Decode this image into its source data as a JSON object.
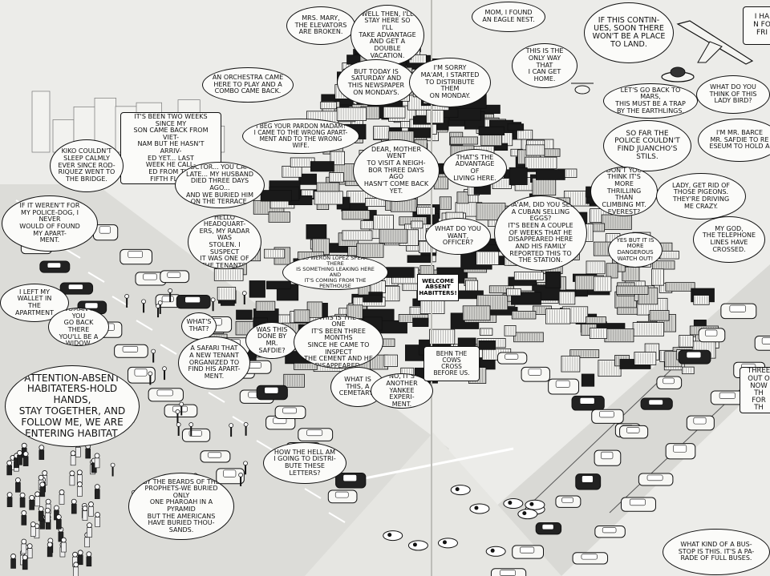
{
  "bubbles": [
    {
      "id": "b-elevators",
      "text": "MRS. MARY,\nTHE ELEVATORS\nARE BROKEN."
    },
    {
      "id": "b-stay-here",
      "text": "WELL THEN, I'LL\nSTAY HERE SO I'LL\nTAKE ADVANTAGE\nAND GET A DOUBLE\nVACATION."
    },
    {
      "id": "b-eagle",
      "text": "MOM, I FOUND\nAN EAGLE NEST."
    },
    {
      "id": "b-land",
      "text": "IF THIS CONTIN-\nUES, SOON THERE\nWON'T BE A PLACE\nTO LAND."
    },
    {
      "id": "b-edge-top",
      "text": "I HA\nN FO\nFRI"
    },
    {
      "id": "b-orchestra",
      "text": "AN ORCHESTRA CAME\nHERE TO PLAY AND A\nCOMBO CAME BACK."
    },
    {
      "id": "b-saturday",
      "text": "BUT TODAY IS\nSATURDAY AND\nTHIS NEWSPAPER\nON MONDAYS."
    },
    {
      "id": "b-sorry",
      "text": "I'M SORRY\nMA'AM, I STARTED\nTO DISTRIBUTE THEM\nON MONDAY."
    },
    {
      "id": "b-home",
      "text": "THIS IS THE\nONLY WAY THAT\nI CAN GET\nHOME."
    },
    {
      "id": "b-mars",
      "text": "LET'S GO BACK TO MARS,\nTHIS MUST BE A TRAP\nBY THE EARTHLINGS."
    },
    {
      "id": "b-lady-bird",
      "text": "WHAT DO YOU\nTHINK OF THIS\nLADY BIRD?"
    },
    {
      "id": "b-vietnam",
      "text": "IT'S BEEN TWO WEEKS SINCE MY\nSON CAME BACK FROM VIET-\nNAM BUT HE HASN'T ARRIV-\nED YET... LAST\nWEEK HE CALL-\nED FROM THE\nFIFTH FLOOR"
    },
    {
      "id": "b-pardon",
      "text": "I BEG YOUR PARDON MADAM!\nI CAME TO THE WRONG APART-\nMENT AND TO THE WRONG WIFE."
    },
    {
      "id": "b-neighbor",
      "text": "DEAR, MOTHER WENT\nTO VISIT A NEIGH-\nBOR THREE DAYS AGO\nHASN'T COME BACK\nYET."
    },
    {
      "id": "b-advantage",
      "text": "THAT'S THE\nADVANTAGE OF\nLIVING HERE."
    },
    {
      "id": "b-police-juan",
      "text": "SO FAR THE\nPOLICE COULDN'T\nFIND JUANCHO'S\nSTILS."
    },
    {
      "id": "b-barce",
      "text": "I'M MR. BARCE\nMR. SAFDIE TO RE\nESEUM TO HOLD A"
    },
    {
      "id": "b-kiko",
      "text": "KIKO COULDN'T\nSLEEP CALMLY\nEVER SINCE ROD-\nRIQUEZ WENT TO\nTHE BRIDGE."
    },
    {
      "id": "b-doctor",
      "text": "DOCTOR... YOU CAME\nLATE... MY HUSBAND\nDIED THREE DAYS AGO...\nAND WE BURIED HIM\nON THE TERRACE."
    },
    {
      "id": "b-everest",
      "text": "DON'T YOU\nTHINK IT'S MORE\nTHRILLING THAN\nCLIMBING MT.\nEVEREST?"
    },
    {
      "id": "b-pigeons",
      "text": "LADY, GET RID OF\nTHOSE PIGEONS.\nTHEY'RE DRIVING\nME CRAZY."
    },
    {
      "id": "b-police-dog",
      "text": "IF IT WEREN'T FOR\nMY POLICE-DOG, I NEVER\nWOULD OF FOUND\nMY APART-\nMENT."
    },
    {
      "id": "b-officer",
      "text": "WHAT DO YOU\nWANT, OFFICER?"
    },
    {
      "id": "b-cuban",
      "text": "MA'AM, DID YOU SEE\nA CUBAN SELLING EGGS?\nIT'S BEEN A COUPLE\nOF WEEKS THAT HE\nDISAPPEARED HERE\nAND HIS FAMILY\nREPORTED THIS TO\nTHE STATION."
    },
    {
      "id": "b-careful",
      "text": "YES BUT IT IS\nMORE DANGEROUS\nWATCH OUT!"
    },
    {
      "id": "b-telephone",
      "text": "MY GOD,\nTHE TELEPHONE\nLINES HAVE\nCROSSED."
    },
    {
      "id": "b-radar",
      "text": "HELLO HEADQUART-\nERS, MY RADAR WAS\nSTOLEN. I SUSPECT\nIT WAS ONE OF\nTHE TENANTS."
    },
    {
      "id": "b-hello-lopez",
      "text": "HELLO WERON LOPEZ SPEAKING. THERE\nIS SOMETHING LEAKING HERE AND\nIT'S COMING FROM THE PENTHOUSE"
    },
    {
      "id": "b-wallet",
      "text": "I LEFT MY\nWALLET IN\nTHE APARTMENT"
    },
    {
      "id": "b-widow",
      "text": "WOMAN IF YOU\nGO BACK THERE\nYOU'LL BE A\nWIDOW."
    },
    {
      "id": "b-what-that",
      "text": "WHAT'S\nTHAT?"
    },
    {
      "id": "b-safdie",
      "text": "WAS THIS\nDONE BY\nMR. SAFDIE?"
    },
    {
      "id": "b-last-one",
      "text": "YES, THIS IS THE LAST ONE\nIT'S BEEN THREE MONTHS\nSINCE HE CAME TO INSPECT\nTHE CEMENT AND HE\nDISAPPEARED."
    },
    {
      "id": "b-safari",
      "text": "A SAFARI THAT\nA NEW TENANT\nORGANIZED TO\nFIND HIS APART-\nMENT."
    },
    {
      "id": "b-cemetary",
      "text": "WHAT IS\nTHIS, A\nCEMETARY?"
    },
    {
      "id": "b-experiment",
      "text": "NO, IT'S ANOTHER\nYANKEE EXPERI-\nMENT."
    },
    {
      "id": "b-cows",
      "text": "BEHN THE COWS\nCROSS BEFORE US."
    },
    {
      "id": "b-three",
      "text": "THREE\nOUT O\nNOW TH\nFOR TH"
    },
    {
      "id": "b-attention",
      "text": "ATTENTION-ABSENT\nHABITATERS-HOLD HANDS,\nSTAY TOGETHER, AND\nFOLLOW ME, WE ARE\nENTERING HABITAT."
    },
    {
      "id": "b-letters",
      "text": "HOW THE HELL AM\nI GOING TO DISTRI-\nBUTE THESE LETTERS?"
    },
    {
      "id": "b-prophets",
      "text": "BY THE BEARDS OF THE\nPROPHETS-WE BURIED ONLY\nONE PHAROAH IN A PYRAMID\nBUT THE AMERICANS\nHAVE BURIED THOU-\nSANDS."
    },
    {
      "id": "b-bus-stop",
      "text": "WHAT KIND OF A BUS-\nSTOP IS THIS. IT'S A PA-\nRADE OF FULL BUSES."
    }
  ],
  "sign": {
    "text": "WELCOME\nABSENT\nHABITTERS!"
  },
  "colors": {
    "ink": "#111111",
    "paper": "#fbfbf9",
    "background": "#ecece9"
  }
}
